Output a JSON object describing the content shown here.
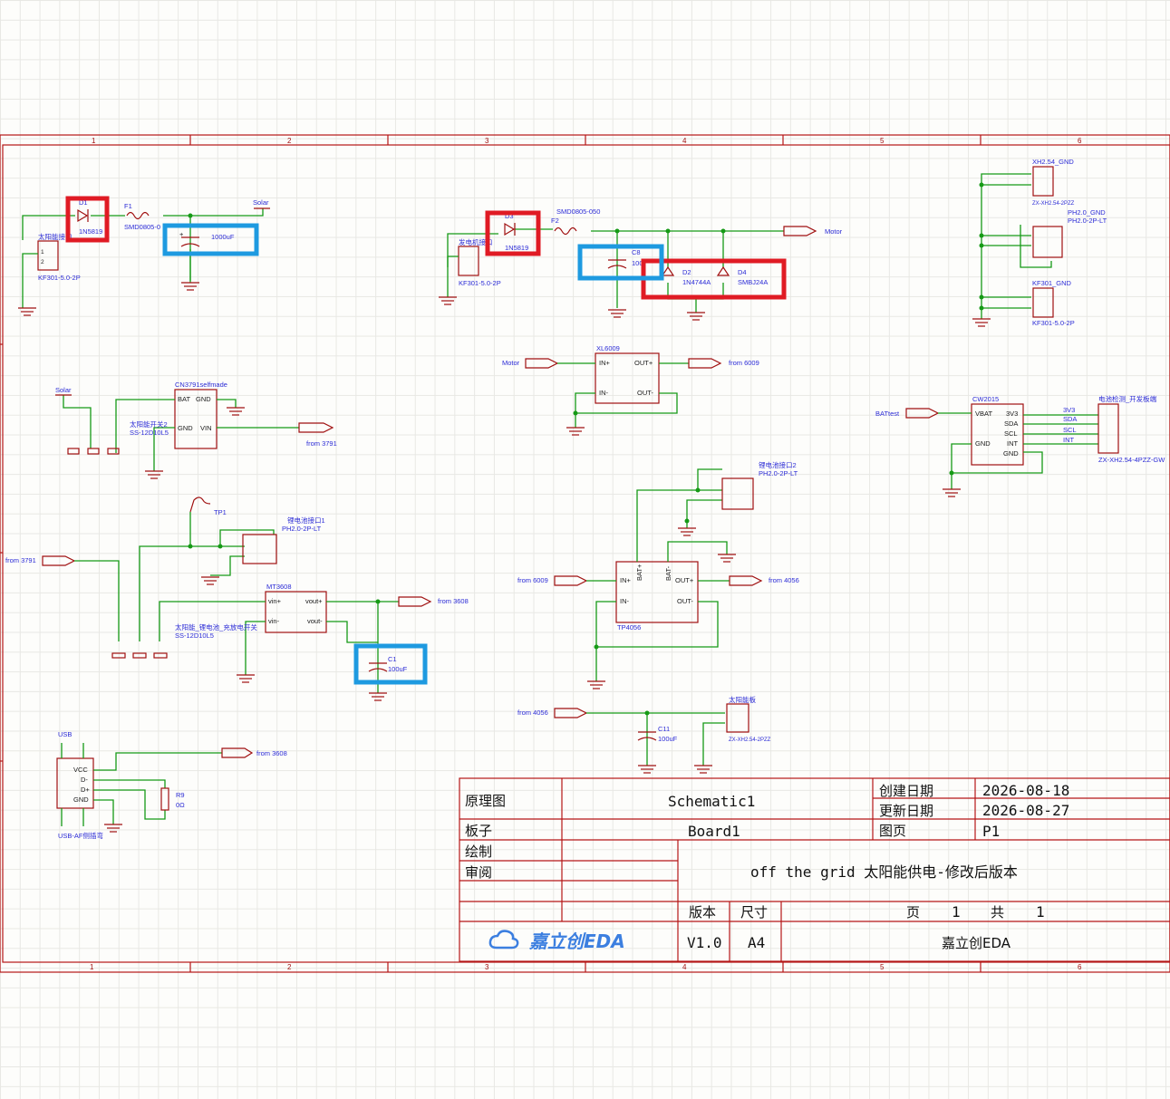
{
  "frame": {
    "col_numbers": [
      "1",
      "2",
      "3",
      "4",
      "5",
      "6"
    ]
  },
  "components": {
    "d1": {
      "ref": "D1",
      "value": "1N5819"
    },
    "f1": {
      "ref": "F1",
      "value": "SMD0805-0"
    },
    "cap1000": {
      "value": "1000uF"
    },
    "solar_top": "Solar",
    "solar_conn": {
      "ref": "太阳能接口",
      "value": "KF301-5.0-2P"
    },
    "d3": {
      "ref": "D3",
      "value": "1N5819"
    },
    "f2": {
      "ref": "F2",
      "value": "SMD0805-050"
    },
    "motor_conn": {
      "ref": "发电机接口",
      "value": "KF301-5.0-2P"
    },
    "c8": {
      "ref": "C8",
      "value": "100"
    },
    "d2": {
      "ref": "D2",
      "value": "1N4744A"
    },
    "d4": {
      "ref": "D4",
      "value": "SMBJ24A"
    },
    "motor_label": "Motor",
    "xh_gnd": {
      "ref": "XH2.54_GND",
      "value": "ZX-XH2.54-2PZZ"
    },
    "ph_gnd": {
      "ref": "PH2.0_GND",
      "value": "PH2.0-2P-LT"
    },
    "kf_gnd": {
      "ref": "KF301_GND",
      "value": "KF301-5.0-2P"
    },
    "xl6009": {
      "ref": "XL6009",
      "in_p": "IN+",
      "in_n": "IN-",
      "out_p": "OUT+",
      "out_n": "OUT-"
    },
    "motor_in": "Motor",
    "from6009_out": "from 6009",
    "cn3791": {
      "ref": "CN3791selfmade",
      "bat": "BAT",
      "gnd": "GND",
      "gnd2": "GND",
      "vin": "VIN"
    },
    "solar2": "Solar",
    "sw2": {
      "ref": "太阳能开关2",
      "value": "SS-12D10L5"
    },
    "from3791_out": "from 3791",
    "cw2015": {
      "ref": "CW2015",
      "vbat": "VBAT",
      "gnd": "GND",
      "p3v3": "3V3",
      "sda": "SDA",
      "scl": "SCL",
      "int": "INT",
      "gnd2": "GND"
    },
    "battest": "BATtest",
    "dev_conn": {
      "ref": "电池检测_开发板端",
      "value": "ZX-XH2.54-4PZZ-GW",
      "nets": [
        "3V3",
        "SDA",
        "SCL",
        "INT"
      ]
    },
    "tp1": "TP1",
    "bat1": {
      "ref": "锂电池接口1",
      "value": "PH2.0-2P-LT"
    },
    "bat2": {
      "ref": "锂电池接口2",
      "value": "PH2.0-2P-LT"
    },
    "from3791_in": "from 3791",
    "mt3608": {
      "ref": "MT3608",
      "vin_p": "vin+",
      "vin_n": "vin-",
      "vout_p": "vout+",
      "vout_n": "vout-"
    },
    "sw_bat": {
      "ref": "太阳能_锂电池_充放电开关",
      "value": "SS-12D10L5"
    },
    "from3608_out": "from 3608",
    "c1": {
      "ref": "C1",
      "value": "100uF"
    },
    "tp4056": {
      "ref": "TP4056",
      "in_p": "IN+",
      "in_n": "IN-",
      "bat_p": "BAT+",
      "bat_n": "BAT-",
      "out_p": "OUT+",
      "out_n": "OUT-"
    },
    "from6009_in": "from 6009",
    "from4056_out": "from 4056",
    "from4056_in": "from 4056",
    "c11": {
      "ref": "C11",
      "value": "100uF"
    },
    "solar_panel": {
      "ref": "太阳能板",
      "value": "ZX-XH2.54-2PZZ"
    },
    "usb": {
      "ref": "USB",
      "value": "USB-AF侧插弯",
      "vcc": "VCC",
      "dm": "D-",
      "dp": "D+",
      "gnd": "GND"
    },
    "from3608_in": "from 3608",
    "r9": {
      "ref": "R9",
      "value": "0Ω"
    }
  },
  "title_block": {
    "row1_label": "原理图",
    "row1_value": "Schematic1",
    "row2_label": "板子",
    "row2_value": "Board1",
    "draw_label": "绘制",
    "review_label": "审阅",
    "created_label": "创建日期",
    "created_value": "2026-08-18",
    "updated_label": "更新日期",
    "updated_value": "2026-08-27",
    "page_label": "图页",
    "page_value": "P1",
    "project_title": "off the grid 太阳能供电-修改后版本",
    "version_label": "版本",
    "size_label": "尺寸",
    "page_text": "页",
    "page_num": "1",
    "total_text": "共",
    "total_num": "1",
    "version_value": "V1.0",
    "size_value": "A4",
    "company": "嘉立创EDA",
    "logo_text": "嘉立创EDA"
  },
  "colors": {
    "wire": "#169a16",
    "component": "#a01010",
    "label": "#2b2bd6",
    "highlight_red": "#e01b24",
    "highlight_blue": "#1e9ae0"
  }
}
